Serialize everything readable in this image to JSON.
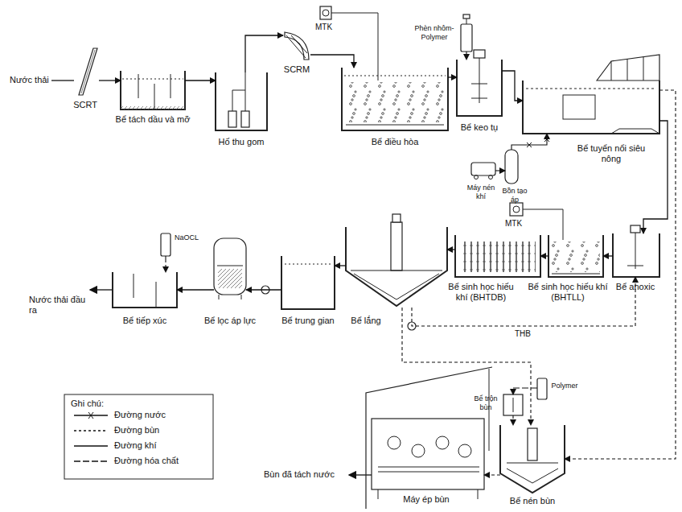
{
  "diagram": {
    "nodes": [
      {
        "text": [
          "SCRT"
        ]
      },
      {
        "text": [
          "Bể tách dầu và mỡ"
        ]
      },
      {
        "text": [
          "Hố thu gom"
        ]
      },
      {
        "text": [
          "SCRM"
        ]
      },
      {
        "text": [
          "Bể điều hòa"
        ]
      },
      {
        "text": [
          "Phèn nhôm- Polymer"
        ]
      },
      {
        "text": [
          "Bể keo tụ"
        ]
      },
      {
        "text": [
          "Bể tuyển nổi siêu nông"
        ]
      },
      {
        "text": [
          "Máy nén khí"
        ]
      },
      {
        "text": [
          "Bồn tạo áp"
        ]
      },
      {
        "text": [
          "Bể anoxic"
        ]
      },
      {
        "text": [
          "Bể sinh học hiếu khí (BHTLL)"
        ]
      },
      {
        "text": [
          "Bể sinh học hiếu khí (BHTDB)"
        ]
      },
      {
        "text": [
          "Bể lắng"
        ]
      },
      {
        "text": [
          "Bể trung gian"
        ]
      },
      {
        "text": [
          "Bể lọc áp lực"
        ]
      },
      {
        "text": [
          "NaOCL"
        ]
      },
      {
        "text": [
          "Bể tiếp xúc"
        ]
      },
      {
        "text": [
          "Máy ép bùn"
        ]
      },
      {
        "text": [
          "Bể trộn bùn"
        ]
      },
      {
        "text": [
          "Polymer"
        ]
      },
      {
        "text": [
          "Bể nén bùn"
        ]
      }
    ],
    "edges": [
      {
        "from": 0,
        "to": 1,
        "arrow": "to"
      },
      {
        "from": 1,
        "to": 2,
        "arrow": "to"
      },
      {
        "from": 2,
        "to": 3,
        "arrow": "to"
      },
      {
        "from": 3,
        "to": 4,
        "arrow": "to"
      },
      {
        "from": 4,
        "to": 6,
        "arrow": "to"
      },
      {
        "from": 5,
        "to": 6,
        "arrow": "to"
      },
      {
        "from": 6,
        "to": 7,
        "arrow": "to"
      },
      {
        "from": 8,
        "to": 9,
        "arrow": "to"
      },
      {
        "from": 9,
        "to": 7,
        "arrow": "to"
      },
      {
        "from": 7,
        "to": 10,
        "arrow": "to"
      },
      {
        "from": 10,
        "to": 11,
        "arrow": "to"
      },
      {
        "from": 11,
        "to": 12,
        "arrow": "to"
      },
      {
        "from": 12,
        "to": 13,
        "arrow": "to"
      },
      {
        "from": 13,
        "to": 14,
        "arrow": "to"
      },
      {
        "from": 14,
        "to": 15,
        "arrow": "to"
      },
      {
        "from": 15,
        "to": 17,
        "arrow": "to"
      },
      {
        "from": 16,
        "to": 17,
        "arrow": "to"
      },
      {
        "from": 13,
        "to": 10,
        "arrow": "to"
      },
      {
        "from": 13,
        "to": 21,
        "arrow": "to"
      },
      {
        "from": 7,
        "to": 21,
        "arrow": "to"
      },
      {
        "from": 20,
        "to": 19,
        "arrow": "to"
      },
      {
        "from": 19,
        "to": 21,
        "arrow": "to"
      },
      {
        "from": 21,
        "to": 18,
        "arrow": "to"
      }
    ],
    "labels": [
      "Nước thải",
      "MTK",
      "MTK",
      "THB",
      "Nước thải đầu ra",
      "Ghi chú:",
      "Bùn đã tách nước"
    ],
    "legend": [
      {
        "text": "Đường nước"
      },
      {
        "text": "Đường bùn"
      },
      {
        "text": "Đường khí"
      },
      {
        "text": "Đường hóa chất"
      }
    ]
  }
}
